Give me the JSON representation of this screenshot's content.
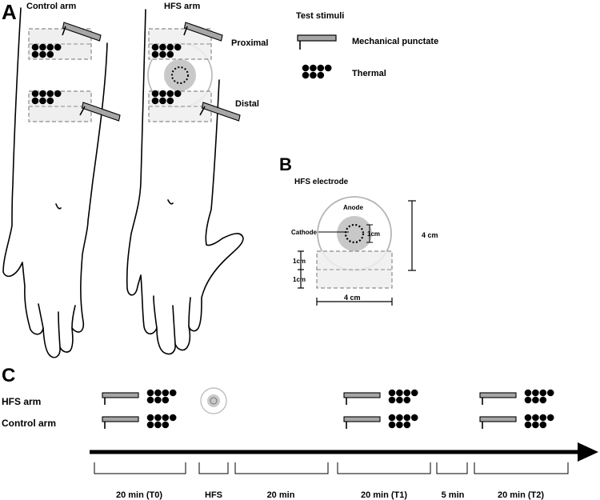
{
  "panel_a": {
    "letter": "A",
    "control_arm_label": "Control arm",
    "hfs_arm_label": "HFS arm",
    "proximal_label": "Proximal",
    "distal_label": "Distal"
  },
  "legend": {
    "title": "Test stimuli",
    "mechanical_label": "Mechanical punctate",
    "thermal_label": "Thermal"
  },
  "panel_b": {
    "letter": "B",
    "title": "HFS electrode",
    "anode_label": "Anode",
    "cathode_label": "Cathode",
    "cathode_diameter_label": "1cm",
    "electrode_height_label": "4 cm",
    "electrode_width_label": "4 cm",
    "zone_upper_label": "1cm",
    "zone_lower_label": "1cm"
  },
  "panel_c": {
    "letter": "C",
    "rows": [
      "HFS arm",
      "Control arm"
    ],
    "segments": [
      "20 min (T0)",
      "HFS",
      "20 min",
      "20 min (T1)",
      "5 min",
      "20 min (T2)"
    ]
  },
  "colors": {
    "ink": "#000000",
    "probe_fill": "#a6a6a6",
    "zone_fill": "#efefef",
    "zone_border": "#8c8c8c",
    "electrode_ring": "#b5b5b5",
    "cathode_fill": "#c8c8c8"
  }
}
